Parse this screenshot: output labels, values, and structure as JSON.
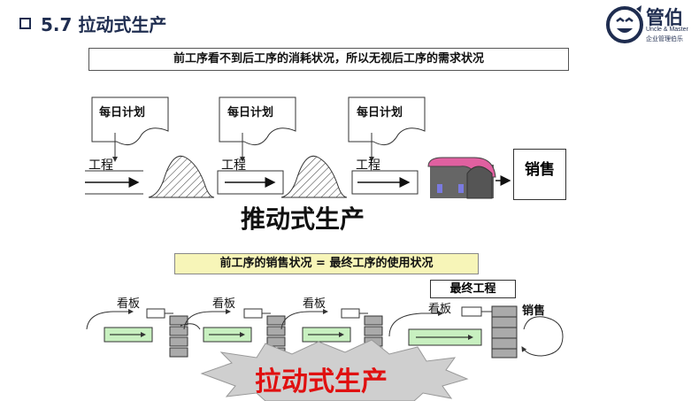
{
  "title": "5.7 拉动式生产",
  "logo": {
    "name": "管伯",
    "sub_en": "Uncle & Master",
    "sub_cn": "企业管理伯乐"
  },
  "push": {
    "statement": "前工序看不到后工序的消耗状况，所以无视后工序的需求状况",
    "plan_label": "每日计划",
    "process_label": "工程",
    "title": "推动式生产",
    "sales": "销售"
  },
  "pull": {
    "statement": "前工序的销售状况 =  最终工序的使用状况",
    "kanban_label": "看板",
    "final_process": "最终工程",
    "sales": "销售",
    "title": "拉动式生产"
  },
  "colors": {
    "title": "#1f2d50",
    "pull_title": "#e01010",
    "kanban_green": "#c8f0c0",
    "warehouse_roof": "#e060a0",
    "warehouse_body": "#666666",
    "statement2_bg": "#f7f5b8"
  }
}
